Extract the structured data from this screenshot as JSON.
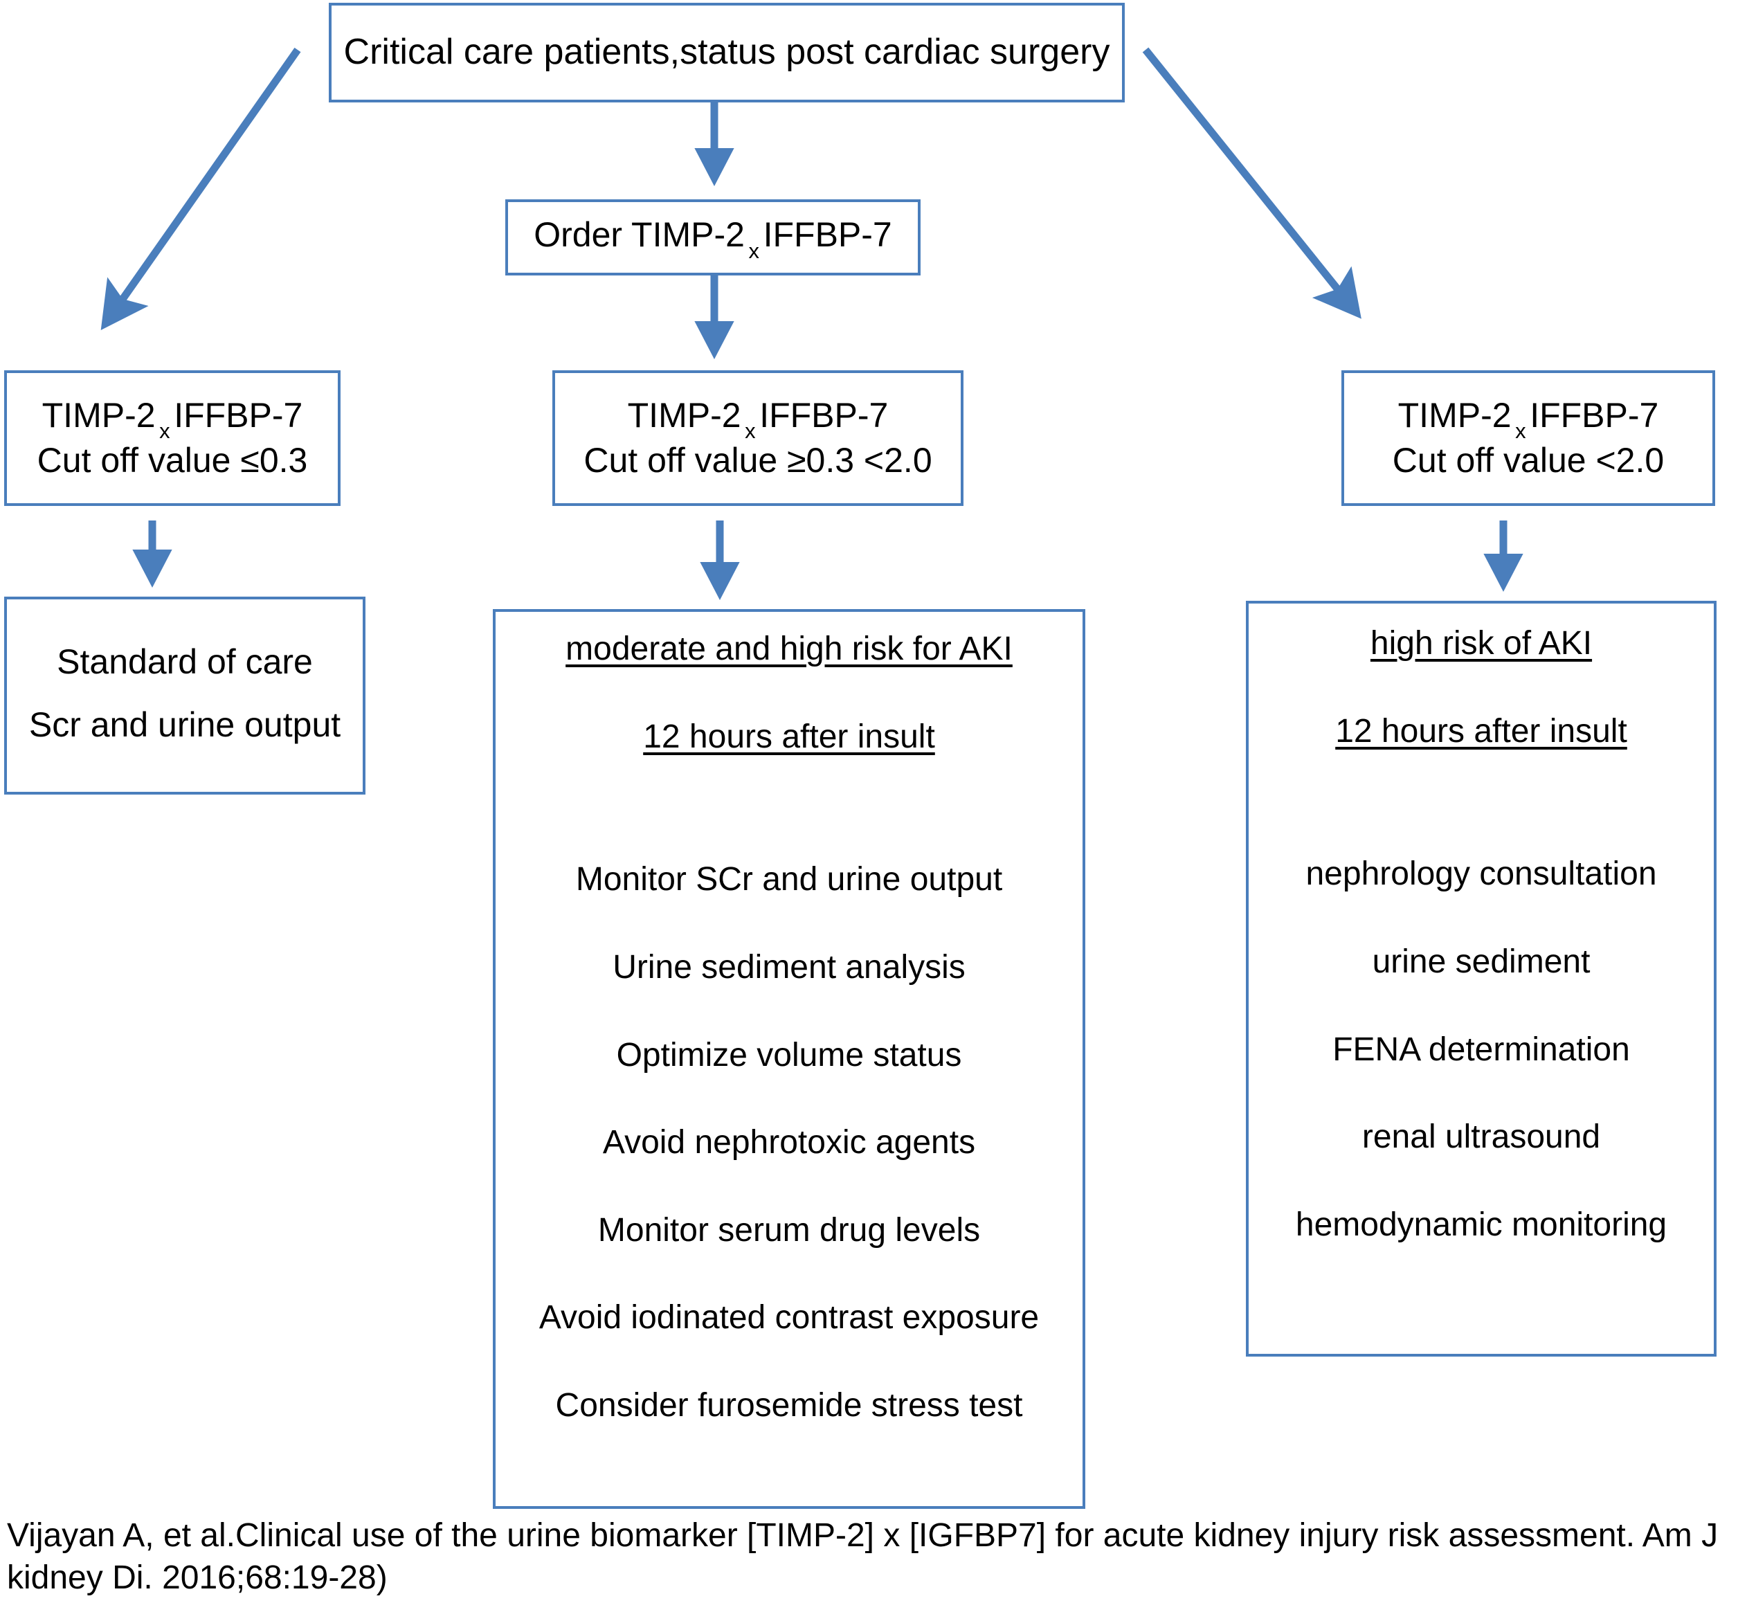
{
  "theme": {
    "accent": "#4A7EBC",
    "box_border": "#4A7EBC",
    "text": "#000000",
    "background": "#FFFFFF"
  },
  "chart_data": {
    "type": "diagram",
    "title": "Critical care patients, status post cardiac surgery — [TIMP-2] x [IGFBP7] AKI risk algorithm",
    "nodes": [
      {
        "id": "root",
        "label": "Critical care patients,status post cardiac surgery"
      },
      {
        "id": "order",
        "label": "Order TIMP-2 x IFFBP-7"
      },
      {
        "id": "low",
        "label": "TIMP-2 x IFFBP-7 Cut off value ≤0.3"
      },
      {
        "id": "mid",
        "label": "TIMP-2 x IFFBP-7 Cut off value ≥0.3 <2.0"
      },
      {
        "id": "high",
        "label": "TIMP-2 x IFFBP-7 Cut off value <2.0"
      },
      {
        "id": "low-actions",
        "label": "Standard of care / Scr and urine output"
      },
      {
        "id": "mid-actions",
        "label": "moderate and high risk for AKI"
      },
      {
        "id": "high-actions",
        "label": "high risk of AKI"
      }
    ],
    "edges": [
      {
        "from": "root",
        "to": "low",
        "style": "diagonal-arrow"
      },
      {
        "from": "root",
        "to": "order",
        "style": "vertical-arrow"
      },
      {
        "from": "root",
        "to": "high",
        "style": "diagonal-arrow"
      },
      {
        "from": "order",
        "to": "mid",
        "style": "vertical-arrow"
      },
      {
        "from": "low",
        "to": "low-actions",
        "style": "vertical-arrow"
      },
      {
        "from": "mid",
        "to": "mid-actions",
        "style": "vertical-arrow"
      },
      {
        "from": "high",
        "to": "high-actions",
        "style": "vertical-arrow"
      }
    ]
  },
  "root": {
    "label": "Critical care patients,status post cardiac surgery"
  },
  "order": {
    "prefix": "Order TIMP-2",
    "operator": "x",
    "suffix": "IFFBP-7"
  },
  "branches": {
    "low": {
      "assay_prefix": "TIMP-2",
      "assay_operator": "x",
      "assay_suffix": "IFFBP-7",
      "cutoff": "Cut off value ≤0.3"
    },
    "mid": {
      "assay_prefix": "TIMP-2",
      "assay_operator": "x",
      "assay_suffix": "IFFBP-7",
      "cutoff": "Cut off value ≥0.3 <2.0"
    },
    "high": {
      "assay_prefix": "TIMP-2",
      "assay_operator": "x",
      "assay_suffix": "IFFBP-7",
      "cutoff": "Cut off value <2.0"
    }
  },
  "low_actions": {
    "line1": "Standard of care",
    "line2": "Scr and urine output"
  },
  "mid_actions": {
    "header": "moderate and high risk for AKI",
    "timing": "12 hours after insult",
    "items": [
      "Monitor SCr and urine output",
      "Urine sediment analysis",
      "Optimize volume status",
      "Avoid nephrotoxic agents",
      "Monitor serum  drug levels",
      "Avoid iodinated contrast exposure",
      "Consider furosemide stress test"
    ]
  },
  "high_actions": {
    "header": "high risk of AKI",
    "timing": "12 hours after insult",
    "items": [
      "nephrology consultation",
      "urine sediment",
      "FENA determination",
      "renal ultrasound",
      "hemodynamic monitoring"
    ]
  },
  "citation": {
    "line1": "Vijayan A, et al.Clinical use of the urine biomarker [TIMP-2] x [IGFBP7]  for acute kidney injury risk assessment. Am J",
    "line2": "kidney Di. 2016;68:19-28)"
  }
}
